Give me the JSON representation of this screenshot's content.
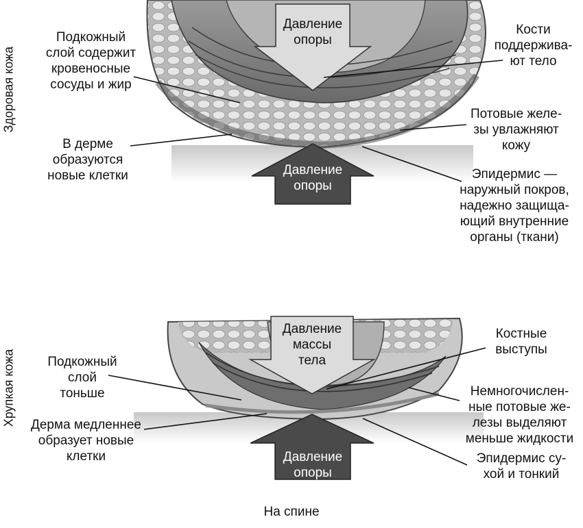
{
  "side_labels": {
    "healthy": "Здоровая кожа",
    "fragile": "Хрупкая кожа"
  },
  "top_panel": {
    "arrow_top": "Давление\nопоры",
    "arrow_bottom": "Давление\nопоры",
    "labels": {
      "subcutaneous": "Подкожный\nслой содержит\nкровеносные\nсосуды и жир",
      "bones": "Кости\nподдержива-\nют тело",
      "sweat": "Потовые желе-\nзы увлажняют\nкожу",
      "dermis": "В дерме\nобразуются\nновые клетки",
      "epidermis": "Эпидермис —\nнаружный покров,\nнадежно защища-\nющий внутренние\nорганы (ткани)"
    }
  },
  "bottom_panel": {
    "arrow_top": "Давление\nмассы\nтела",
    "arrow_bottom": "Давление\nопоры",
    "labels": {
      "subcutaneous": "Подкожный\nслой\nтоньше",
      "bones": "Костные\nвыступы",
      "sweat": "Немногочислен-\nные потовые же-\nлезы выделяют\nменьше жидкости",
      "dermis": "Дерма медленнее\nобразует новые\nклетки",
      "epidermis": "Эпидермис су-\nхой и тонкий"
    }
  },
  "caption": "На спине",
  "colors": {
    "arrow_light": "#dcdcdc",
    "arrow_dark": "#4a4a4a",
    "tissue_dark": "#5a5a5a",
    "tissue_mid": "#8c8c8c",
    "fat": "#d8d8d8"
  }
}
